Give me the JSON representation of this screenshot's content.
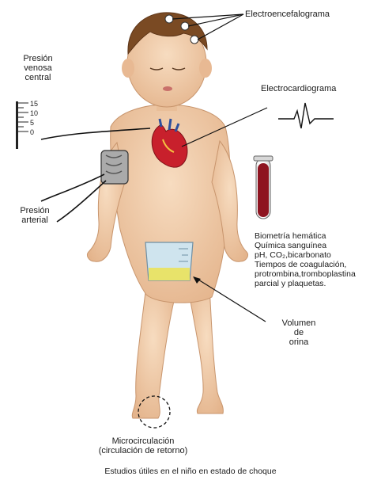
{
  "labels": {
    "electroencefalograma": "Electroencefalograma",
    "electrocardiograma": "Electrocardiograma",
    "presion_venosa": [
      "Presión",
      "venosa",
      "central"
    ],
    "presion_arterial": [
      "Presión",
      "arterial"
    ],
    "lab_studies": [
      "Biometría hemática",
      "Química sanguínea",
      "pH, CO₂,bicarbonato",
      "Tiempos de coagulación,",
      "protrombina,tromboplastina",
      "parcial y plaquetas."
    ],
    "volumen_orina": [
      "Volumen",
      "de",
      "orina"
    ],
    "microcirculacion": [
      "Microcirculación",
      "(circulación de retorno)"
    ],
    "scale_ticks": [
      "15",
      "10",
      "5",
      "0"
    ]
  },
  "caption": "Estudios útiles en el niño en estado de choque",
  "colors": {
    "skin": "#f1cfa8",
    "skin_shadow": "#dba77f",
    "hair": "#7a4a23",
    "heart": "#c8202c",
    "blood": "#8e1420",
    "urine": "#e8e36a"
  }
}
